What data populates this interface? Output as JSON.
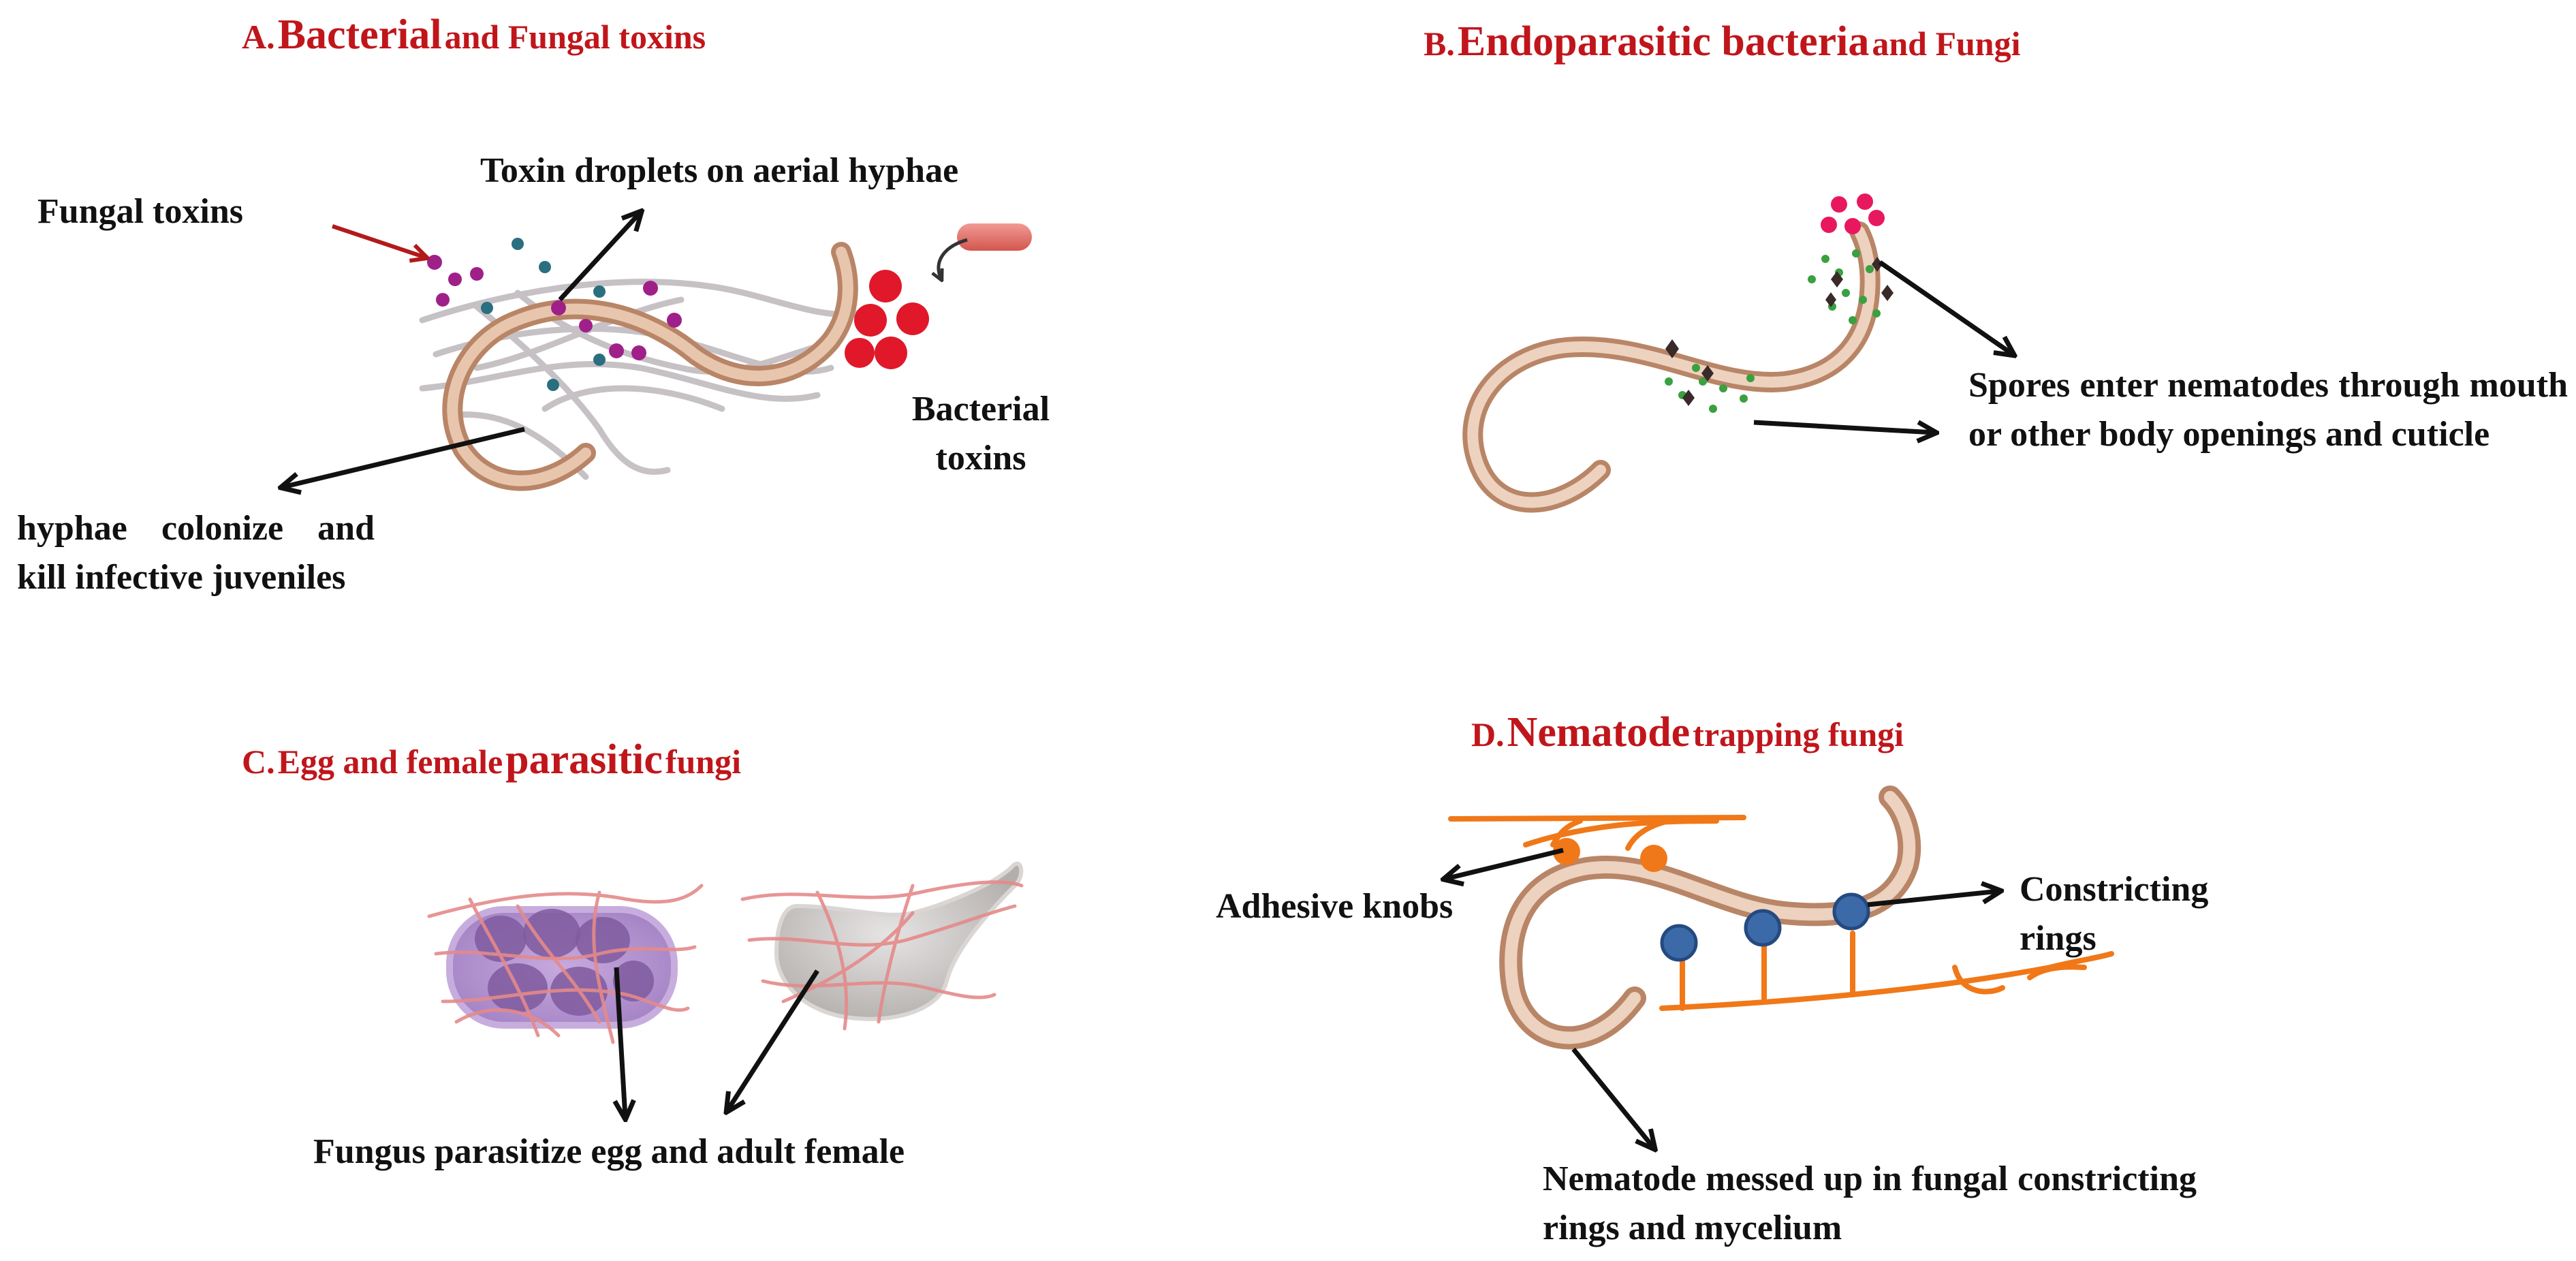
{
  "panel_a": {
    "title_prefix": "A.",
    "title_main": "Bacterial",
    "title_rest": "and Fungal toxins",
    "fungal_toxins_label": "Fungal toxins",
    "toxin_droplets_label": "Toxin droplets on aerial hyphae",
    "bacterial_toxins_label": "Bacterial toxins",
    "hyphae_label": "hyphae colonize and kill infective juveniles"
  },
  "panel_b": {
    "title_prefix": "B.",
    "title_main": "Endoparasitic bacteria",
    "title_rest": "and Fungi",
    "spores_label": "Spores enter nematodes through mouth or other body openings and cuticle"
  },
  "panel_c": {
    "title_prefix": "C.",
    "title_pre": "Egg and female",
    "title_main": "parasitic",
    "title_rest": "fungi",
    "fungus_label": "Fungus parasitize egg and adult female"
  },
  "panel_d": {
    "title_prefix": "D.",
    "title_main": "Nematode",
    "title_rest": "trapping fungi",
    "adhesive_label": "Adhesive knobs",
    "constricting_label": "Constricting rings",
    "messed_label": "Nematode messed up in fungal constricting rings and mycelium"
  },
  "colors": {
    "title_red": "#c0161b",
    "nematode": "#c99a7c",
    "hyphae_grey": "#bdb7bb",
    "toxin_purple": "#a0208a",
    "toxin_teal": "#2a6f7f",
    "bacteria_red": "#e0182a",
    "spore_pink": "#e8185f",
    "spore_green": "#3aa040",
    "egg_purple": "#9a72b8",
    "fungal_orange": "#f07818",
    "ring_blue": "#3c6aa8"
  }
}
